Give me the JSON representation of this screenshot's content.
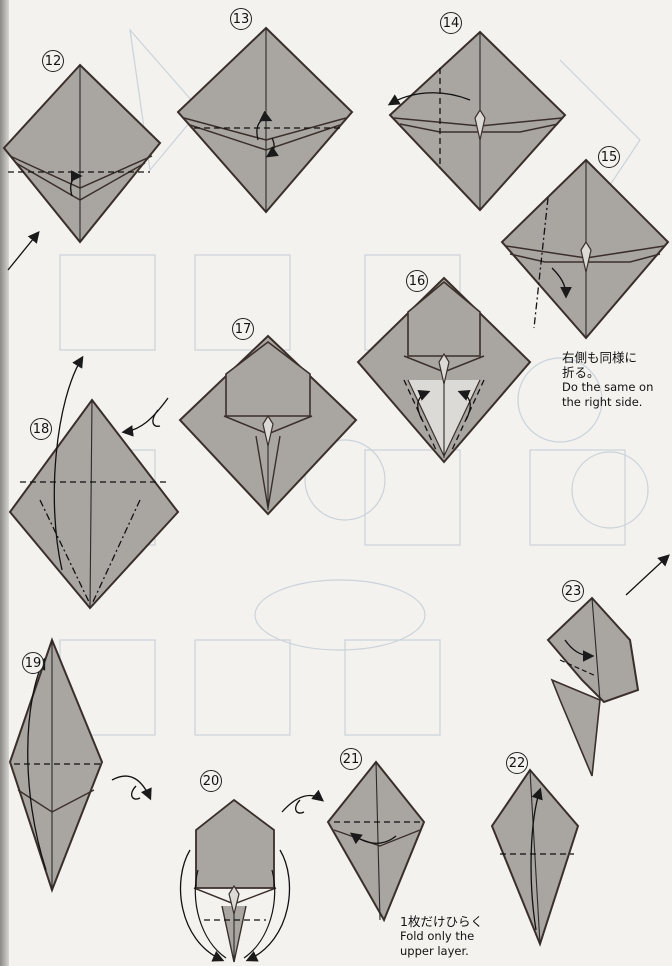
{
  "diagram": {
    "steps": [
      {
        "id": "step-12",
        "number": "12"
      },
      {
        "id": "step-13",
        "number": "13"
      },
      {
        "id": "step-14",
        "number": "14"
      },
      {
        "id": "step-15",
        "number": "15"
      },
      {
        "id": "step-16",
        "number": "16"
      },
      {
        "id": "step-17",
        "number": "17"
      },
      {
        "id": "step-18",
        "number": "18"
      },
      {
        "id": "step-19",
        "number": "19"
      },
      {
        "id": "step-20",
        "number": "20"
      },
      {
        "id": "step-21",
        "number": "21"
      },
      {
        "id": "step-22",
        "number": "22"
      },
      {
        "id": "step-23",
        "number": "23"
      }
    ],
    "notes": {
      "right_side": {
        "jp_line1": "右側も同様に",
        "jp_line2": "折る。",
        "en_line1": "Do the same on",
        "en_line2": "the right side."
      },
      "upper_layer": {
        "jp": "1枚だけひらく",
        "en_line1": "Fold only the",
        "en_line2": "upper layer."
      }
    },
    "colors": {
      "paper": "#a9a6a2",
      "paper_light": "#dcdad6",
      "edge": "#3a2f2a",
      "background": "#f3f2ef"
    }
  }
}
